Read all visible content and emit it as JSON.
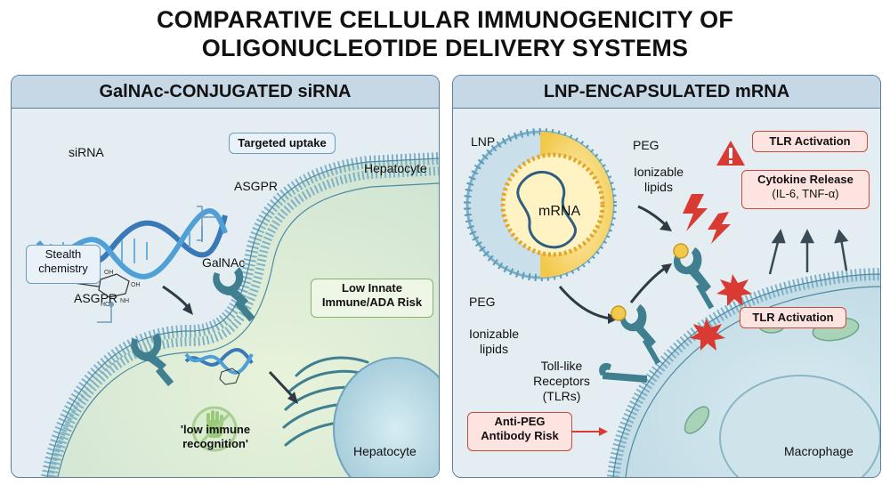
{
  "title": {
    "line1": "COMPARATIVE CELLULAR IMMUNOGENICITY OF",
    "line2": "OLIGONUCLEOTIDE DELIVERY SYSTEMS"
  },
  "left": {
    "header": "GalNAc-CONJUGATED siRNA",
    "sirna_label": "siRNA",
    "targeted_uptake": "Targeted uptake",
    "stealth_line1": "Stealth",
    "stealth_line2": "chemistry",
    "asgpr_top": "ASGPR",
    "asgpr_left": "ASGPR",
    "galnac": "GalNAc",
    "hepatocyte_top": "Hepatocyte",
    "hepatocyte_bottom": "Hepatocyte",
    "low_risk_line1": "Low Innate",
    "low_risk_line2": "Immune/ADA Risk",
    "low_recog_line1": "'low immune",
    "low_recog_line2": "recognition'"
  },
  "right": {
    "header": "LNP-ENCAPSULATED mRNA",
    "lnp": "LNP",
    "peg_top": "PEG",
    "ionizable_line1": "Ionizable",
    "ionizable_line2": "lipids",
    "mrna": "mRNA",
    "peg_left": "PEG",
    "ionizable_left_line1": "Ionizable",
    "ionizable_left_line2": "lipids",
    "tlr_activation_top": "TLR Activation",
    "cytokine_line1": "Cytokine Release",
    "cytokine_line2": "(IL-6, TNF-α)",
    "tlr_activation_mid": "TLR Activation",
    "tlr_line1": "Toll-like",
    "tlr_line2": "Receptors",
    "tlr_line3": "(TLRs)",
    "anti_peg_line1": "Anti-PEG",
    "anti_peg_line2": "Antibody Risk",
    "macrophage": "Macrophage"
  },
  "colors": {
    "panel_bg": "#e4eef2",
    "header_bg": "#c6d8e6",
    "receptor": "#3f7f90",
    "membrane_head": "#7fb1c8",
    "cell_fill": "#dcecdc",
    "warning_red": "#d93a32",
    "lipid_yellow": "#f2c94c",
    "dna_blue": "#3a78b8"
  },
  "icons": [
    "dna-helix-icon",
    "receptor-icon",
    "hand-stop-icon",
    "warning-triangle-icon",
    "lightning-icon",
    "starburst-icon",
    "nucleus-icon"
  ]
}
